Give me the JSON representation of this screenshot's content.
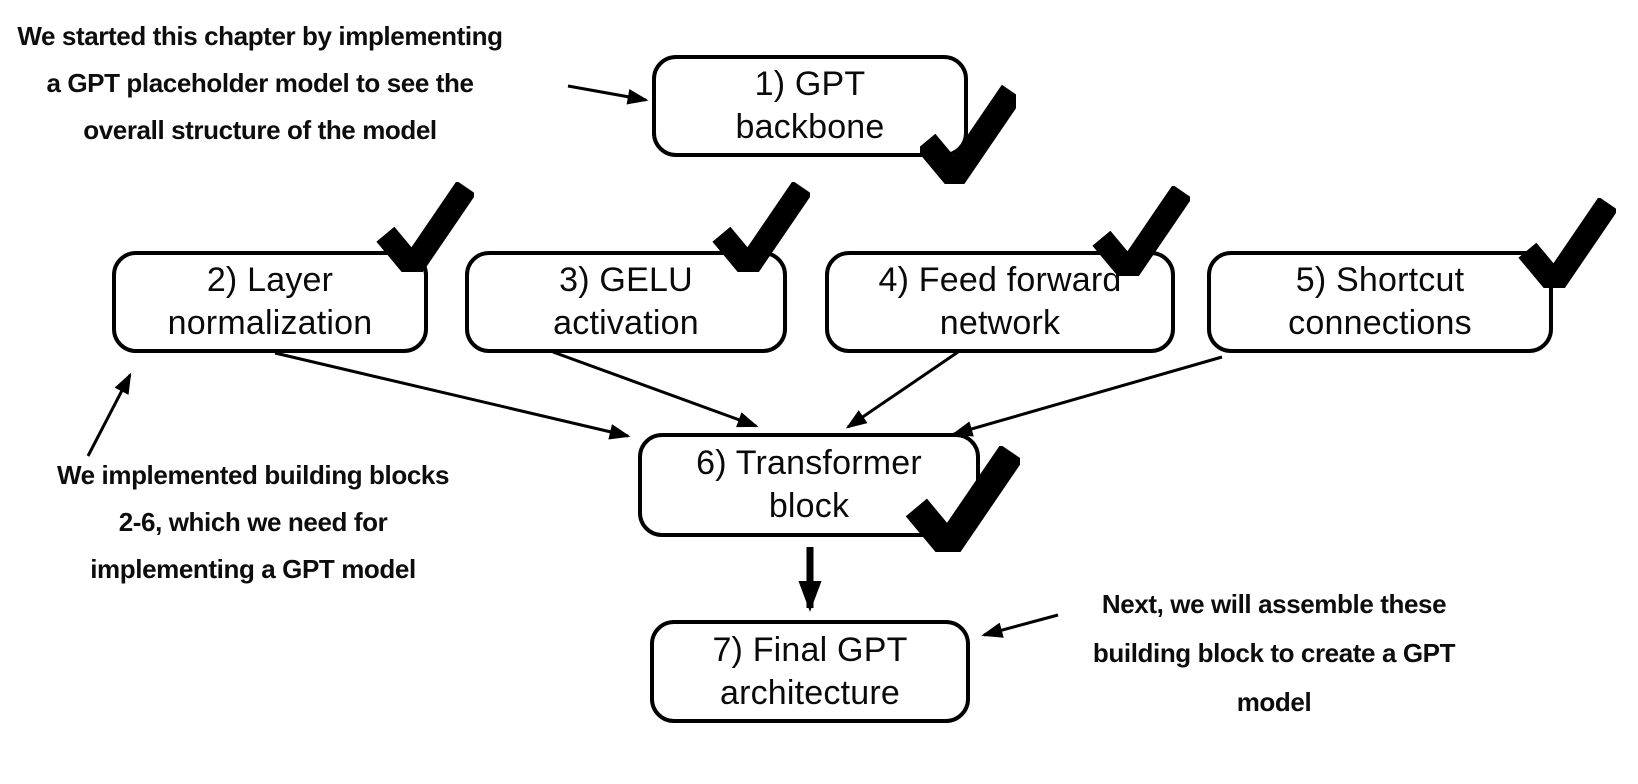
{
  "diagram": {
    "title_semantic": "GPT architecture building blocks progress diagram",
    "colors": {
      "ink": "#000000",
      "background": "#ffffff"
    },
    "annotations": [
      {
        "id": "chapter-start-note",
        "lines": [
          "We started this chapter by implementing",
          "a GPT placeholder model to see the",
          "overall structure of the model"
        ]
      },
      {
        "id": "building-blocks-note",
        "lines": [
          "We implemented building blocks",
          "2-6, which we need for",
          "implementing a GPT model"
        ]
      },
      {
        "id": "next-steps-note",
        "lines": [
          "Next, we will assemble these",
          "building block to create a GPT",
          "model"
        ]
      }
    ],
    "boxes": [
      {
        "id": "gpt-backbone",
        "lines": [
          "1) GPT",
          "backbone"
        ],
        "checked": true
      },
      {
        "id": "layer-normalization",
        "lines": [
          "2) Layer",
          "normalization"
        ],
        "checked": true
      },
      {
        "id": "gelu-activation",
        "lines": [
          "3) GELU",
          "activation"
        ],
        "checked": true
      },
      {
        "id": "feed-forward-network",
        "lines": [
          "4) Feed forward",
          "network"
        ],
        "checked": true
      },
      {
        "id": "shortcut-connections",
        "lines": [
          "5) Shortcut",
          "connections"
        ],
        "checked": true
      },
      {
        "id": "transformer-block",
        "lines": [
          "6) Transformer",
          "block"
        ],
        "checked": true
      },
      {
        "id": "final-gpt-architecture",
        "lines": [
          "7) Final GPT",
          "architecture"
        ],
        "checked": false
      }
    ],
    "checkmark_icon": "heavy-check"
  }
}
